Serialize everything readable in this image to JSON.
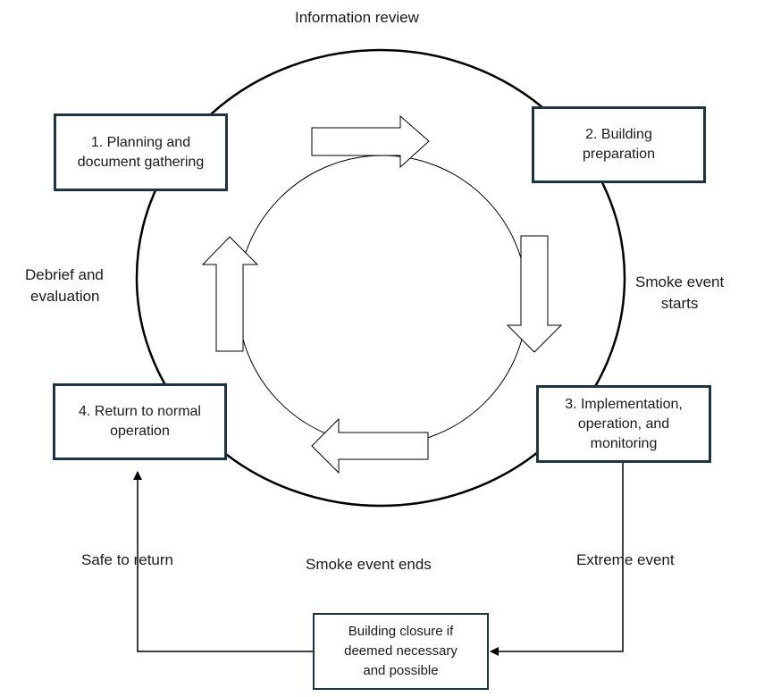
{
  "diagram": {
    "title": "Information review",
    "stages": [
      {
        "label": "1. Planning and document gathering",
        "lines": [
          "1. Planning and",
          "document gathering"
        ]
      },
      {
        "label": "2. Building preparation",
        "lines": [
          "2. Building",
          "preparation"
        ]
      },
      {
        "label": "3. Implementation, operation, and monitoring",
        "lines": [
          "3. Implementation,",
          "operation, and",
          "monitoring"
        ]
      },
      {
        "label": "4. Return to normal operation",
        "lines": [
          "4. Return to normal",
          "operation"
        ]
      }
    ],
    "transitions": {
      "left": [
        "Debrief and",
        "evaluation"
      ],
      "right": [
        "Smoke event",
        "starts"
      ],
      "bottom": "Smoke event ends"
    },
    "closure": {
      "lines": [
        "Building closure if",
        "deemed necessary",
        "and possible"
      ]
    },
    "branch_labels": {
      "extreme": "Extreme event",
      "safe": "Safe to return"
    },
    "colors": {
      "box_border": "#1e3440",
      "line": "#000000",
      "text": "#1a1a1a"
    }
  }
}
